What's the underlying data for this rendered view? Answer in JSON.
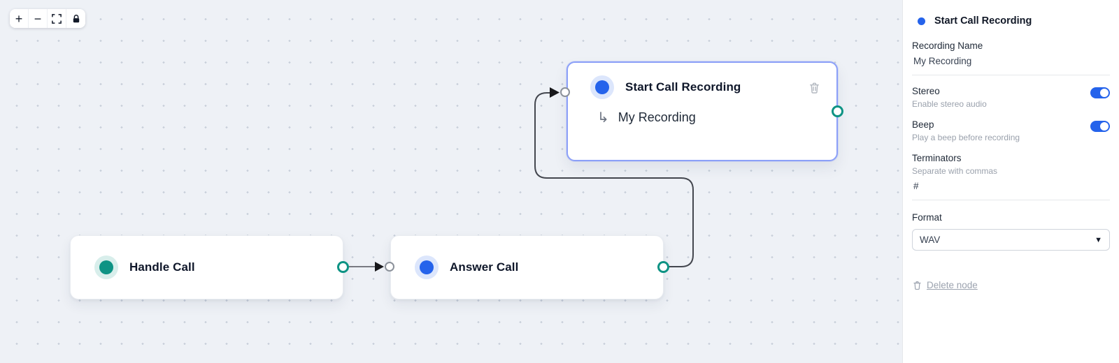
{
  "toolbar": {
    "zoom_in_label": "+",
    "zoom_out_label": "−",
    "fit_view_icon": "fit-view",
    "lock_icon": "lock"
  },
  "nodes": {
    "handle_call": {
      "title": "Handle Call"
    },
    "answer_call": {
      "title": "Answer Call"
    },
    "start_call_recording": {
      "title": "Start Call Recording",
      "subtitle": "My Recording",
      "selected": true
    }
  },
  "sidebar": {
    "header": {
      "title": "Start Call Recording"
    },
    "recording_name": {
      "label": "Recording Name",
      "value": "My Recording"
    },
    "stereo": {
      "label": "Stereo",
      "description": "Enable stereo audio",
      "enabled": true
    },
    "beep": {
      "label": "Beep",
      "description": "Play a beep before recording",
      "enabled": true
    },
    "terminators": {
      "label": "Terminators",
      "description": "Separate with commas",
      "value": "#"
    },
    "format": {
      "label": "Format",
      "value": "WAV"
    },
    "delete_label": "Delete node"
  },
  "icons": {
    "caret_down": "▼",
    "sub_arrow": "↳"
  },
  "colors": {
    "node_teal": "#0e9384",
    "node_blue": "#2563eb",
    "toggle_on": "#2563eb",
    "selected_border": "#8ca0f8",
    "edge": "#44474f",
    "canvas_bg": "#eef1f6"
  }
}
